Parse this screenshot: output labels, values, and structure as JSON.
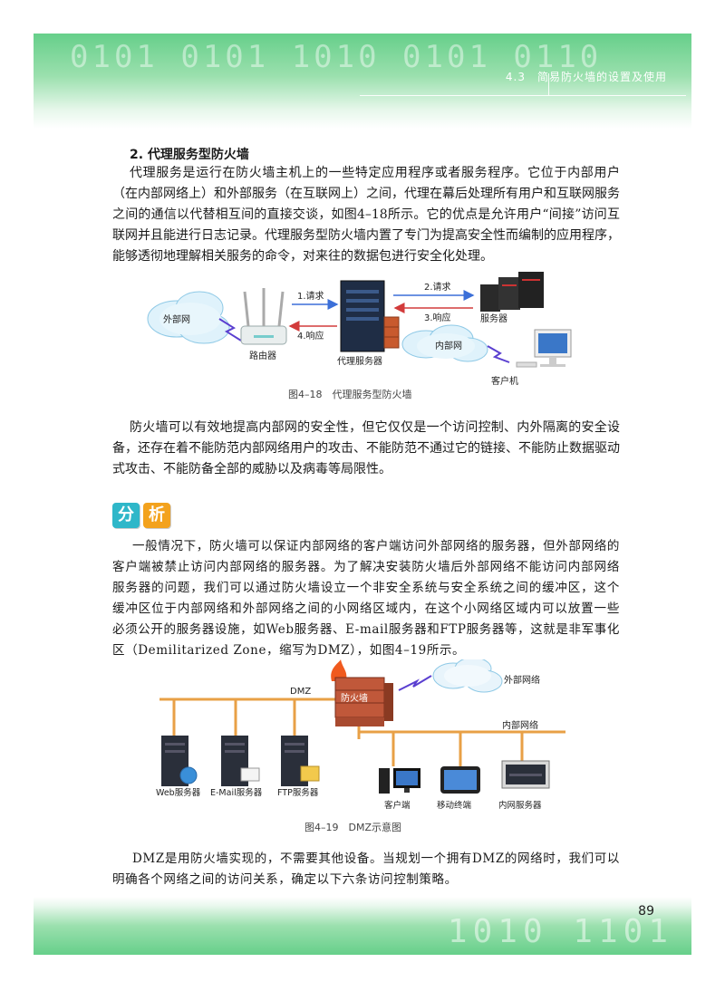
{
  "header": {
    "section": "4.3　简易防火墙的设置及使用"
  },
  "section_title": "2. 代理服务型防火墙",
  "paragraph1": "代理服务是运行在防火墙主机上的一些特定应用程序或者服务程序。它位于内部用户（在内部网络上）和外部服务（在互联网上）之间，代理在幕后处理所有用户和互联网服务之间的通信以代替相互间的直接交谈，如图4–18所示。它的优点是允许用户“间接”访问互联网并且能进行日志记录。代理服务型防火墙内置了专门为提高安全性而编制的应用程序，能够透彻地理解相关服务的命令，对来往的数据包进行安全化处理。",
  "figure18": {
    "external_net": "外部网",
    "router": "路由器",
    "proxy": "代理服务器",
    "internal_net": "内部网",
    "server": "服务器",
    "client": "客户机",
    "arrow1": "1.请求",
    "arrow2": "2.请求",
    "arrow3": "3.响应",
    "arrow4": "4.响应",
    "caption": "图4–18　代理服务型防火墙"
  },
  "paragraph2": "防火墙可以有效地提高内部网的安全性，但它仅仅是一个访问控制、内外隔离的安全设备，还存在着不能防范内部网络用户的攻击、不能防范不通过它的链接、不能防止数据驱动式攻击、不能防备全部的威胁以及病毒等局限性。",
  "analysis_tag": [
    "分",
    "析"
  ],
  "paragraph3": "一般情况下，防火墙可以保证内部网络的客户端访问外部网络的服务器，但外部网络的客户端被禁止访问内部网络的服务器。为了解决安装防火墙后外部网络不能访问内部网络服务器的问题，我们可以通过防火墙设立一个非安全系统与安全系统之间的缓冲区，这个缓冲区位于内部网络和外部网络之间的小网络区域内，在这个小网络区域内可以放置一些必须公开的服务器设施，如Web服务器、E-mail服务器和FTP服务器等，这就是非军事化区（Demilitarized Zone，缩写为DMZ），如图4–19所示。",
  "figure19": {
    "dmz": "DMZ",
    "firewall": "防火墙",
    "external_network": "外部网络",
    "internal_network": "内部网络",
    "web_server": "Web服务器",
    "email_server": "E-Mail服务器",
    "ftp_server": "FTP服务器",
    "client": "客户端",
    "mobile": "移动终端",
    "intranet_server": "内网服务器",
    "caption": "图4–19　DMZ示意图"
  },
  "paragraph4": "DMZ是用防火墙实现的，不需要其他设备。当规划一个拥有DMZ的网络时，我们可以明确各个网络之间的访问关系，确定以下六条访问控制策略。",
  "page_number": "89",
  "colors": {
    "band": "#66cf8a",
    "tag1": "#2fb7c9",
    "tag2": "#f3a21d",
    "line": "#e8a046"
  }
}
